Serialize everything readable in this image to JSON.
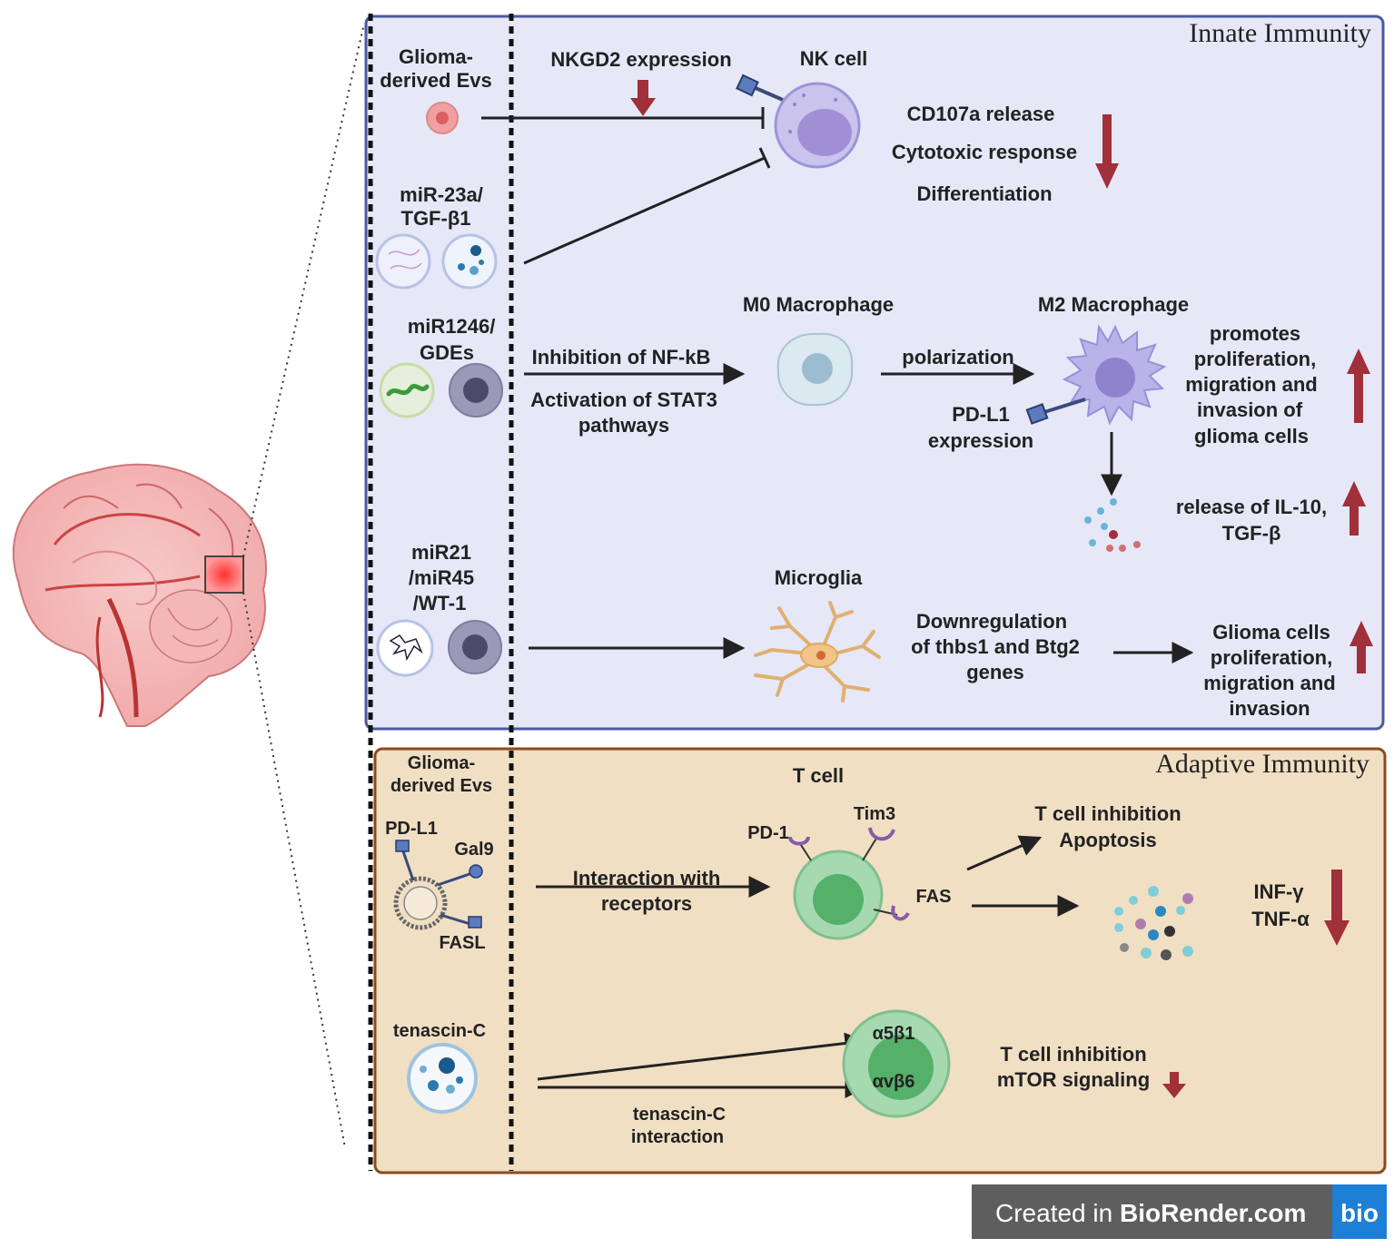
{
  "innate": {
    "title": "Innate Immunity",
    "evs_label": [
      "Glioma-",
      "derived Evs"
    ],
    "nkgd2": "NKGD2 expression",
    "nk_cell": "NK cell",
    "mir23": [
      "miR-23a/",
      "TGF-β1"
    ],
    "nk_effects": [
      "CD107a release",
      "Cytotoxic response",
      "Differentiation"
    ],
    "mir1246": [
      "miR1246/",
      "GDEs"
    ],
    "nfkb": [
      "Inhibition of NF-kB",
      "Activation of STAT3",
      "pathways"
    ],
    "m0": "M0 Macrophage",
    "polarization": "polarization",
    "m2": "M2 Macrophage",
    "pdl1_expr": [
      "PD-L1",
      "expression"
    ],
    "promotes": [
      "promotes",
      "proliferation,",
      "migration and",
      "invasion of",
      "glioma cells"
    ],
    "release": [
      "release of IL-10,",
      "TGF-β"
    ],
    "mir21": [
      "miR21",
      "/miR45",
      "/WT-1"
    ],
    "microglia": "Microglia",
    "downreg": [
      "Downregulation",
      "of thbs1 and Btg2",
      "genes"
    ],
    "glioma_cells": [
      "Glioma cells",
      "proliferation,",
      "migration and",
      "invasion"
    ]
  },
  "adaptive": {
    "title": "Adaptive Immunity",
    "evs_label": [
      "Glioma-",
      "derived Evs"
    ],
    "pdl1": "PD-L1",
    "gal9": "Gal9",
    "fasl": "FASL",
    "interaction": [
      "Interaction with",
      "receptors"
    ],
    "tcell": "T cell",
    "pd1": "PD-1",
    "tim3": "Tim3",
    "fas": "FAS",
    "inhibition": [
      "T cell inhibition",
      "Apoptosis"
    ],
    "cytokines": [
      "INF-γ",
      "TNF-α"
    ],
    "tenascin": "tenascin-C",
    "a5b1": "α5β1",
    "avb6": "αvβ6",
    "tenascin_int": [
      "tenascin-C",
      "interaction"
    ],
    "mtor": [
      "T cell inhibition",
      "mTOR signaling"
    ]
  },
  "footer": {
    "created": "Created in ",
    "brand": "BioRender.com",
    "logo": "bio"
  },
  "colors": {
    "innate_bg": "#e6e8f8",
    "innate_border": "#4b5aa0",
    "adaptive_bg": "#f1dfc4",
    "adaptive_border": "#8a4a1e",
    "arrow_red": "#a0303a"
  }
}
